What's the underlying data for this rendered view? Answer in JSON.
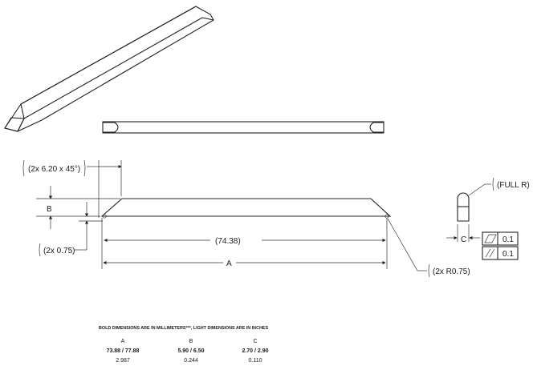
{
  "callouts": {
    "chamfer": "(2x 6.20 x 45°)",
    "dim_b": "B",
    "edge": "(2x 0.75)",
    "length": "(74.38)",
    "dim_a": "A",
    "radius": "(2x R0.75)",
    "full_r": "(FULL R)",
    "dim_c": "C",
    "tol_flatness": "0.1",
    "tol_parallel": "0.1"
  },
  "dimension_table": {
    "note": "BOLD DIMENSIONS ARE IN MILLIMETERS***, LIGHT DIMENSIONS ARE IN INCHES",
    "columns": [
      "A",
      "B",
      "C"
    ],
    "millimeters": [
      "73.88 / 77.88",
      "5.90 / 6.50",
      "2.70 / 2.90"
    ],
    "inches": [
      "2.987",
      "0.244",
      "0.110"
    ]
  }
}
